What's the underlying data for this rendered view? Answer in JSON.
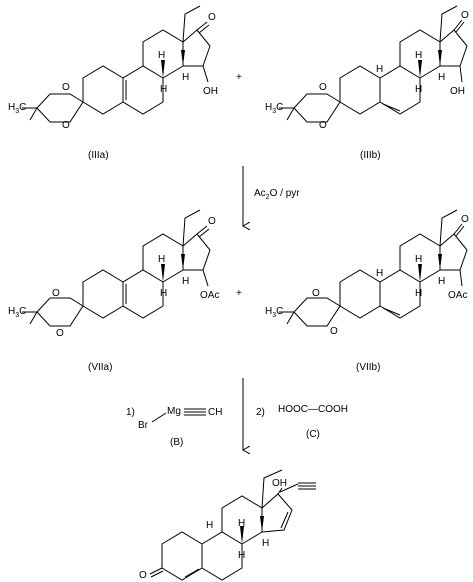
{
  "compounds": {
    "IIIa": {
      "label": "(IIIa)",
      "O1": "O",
      "O2": "O",
      "ketone_O": "O",
      "OH": "OH",
      "H1": "H",
      "H2": "H",
      "H3": "H",
      "Me": "H",
      "Me_sub": "3",
      "Me_C": "C"
    },
    "IIIb": {
      "label": "(IIIb)",
      "O1": "O",
      "O2": "O",
      "ketone_O": "O",
      "OH": "OH",
      "H1": "H",
      "H2": "H",
      "H3": "H",
      "H4": "H",
      "Me": "H",
      "Me_sub": "3",
      "Me_C": "C"
    },
    "VIIa": {
      "label": "(VIIa)",
      "O1": "O",
      "O2": "O",
      "ketone_O": "O",
      "OAc": "OAc",
      "H1": "H",
      "H2": "H",
      "H3": "H",
      "Me": "H",
      "Me_sub": "3",
      "Me_C": "C"
    },
    "VIIb": {
      "label": "(VIIb)",
      "O1": "O",
      "O2": "O",
      "ketone_O": "O",
      "OAc": "OAc",
      "H1": "H",
      "H2": "H",
      "H3": "H",
      "H4": "H",
      "Me": "H",
      "Me_sub": "3",
      "Me_C": "C"
    },
    "product": {
      "ketone_O": "O",
      "OH": "OH",
      "H1": "H",
      "H2": "H",
      "H3": "H",
      "H4": "H"
    }
  },
  "plus1": "+",
  "plus2": "+",
  "step1": {
    "reagent_a": "Ac",
    "reagent_sub": "2",
    "reagent_b": "O / pyr"
  },
  "step2": {
    "item1_num": "1)",
    "item1_br": "Br",
    "item1_mg": "Mg",
    "item1_ch": "CH",
    "item1_label": "(B)",
    "item2_num": "2)",
    "item2_formula": "HOOC—COOH",
    "item2_label": "(C)"
  }
}
